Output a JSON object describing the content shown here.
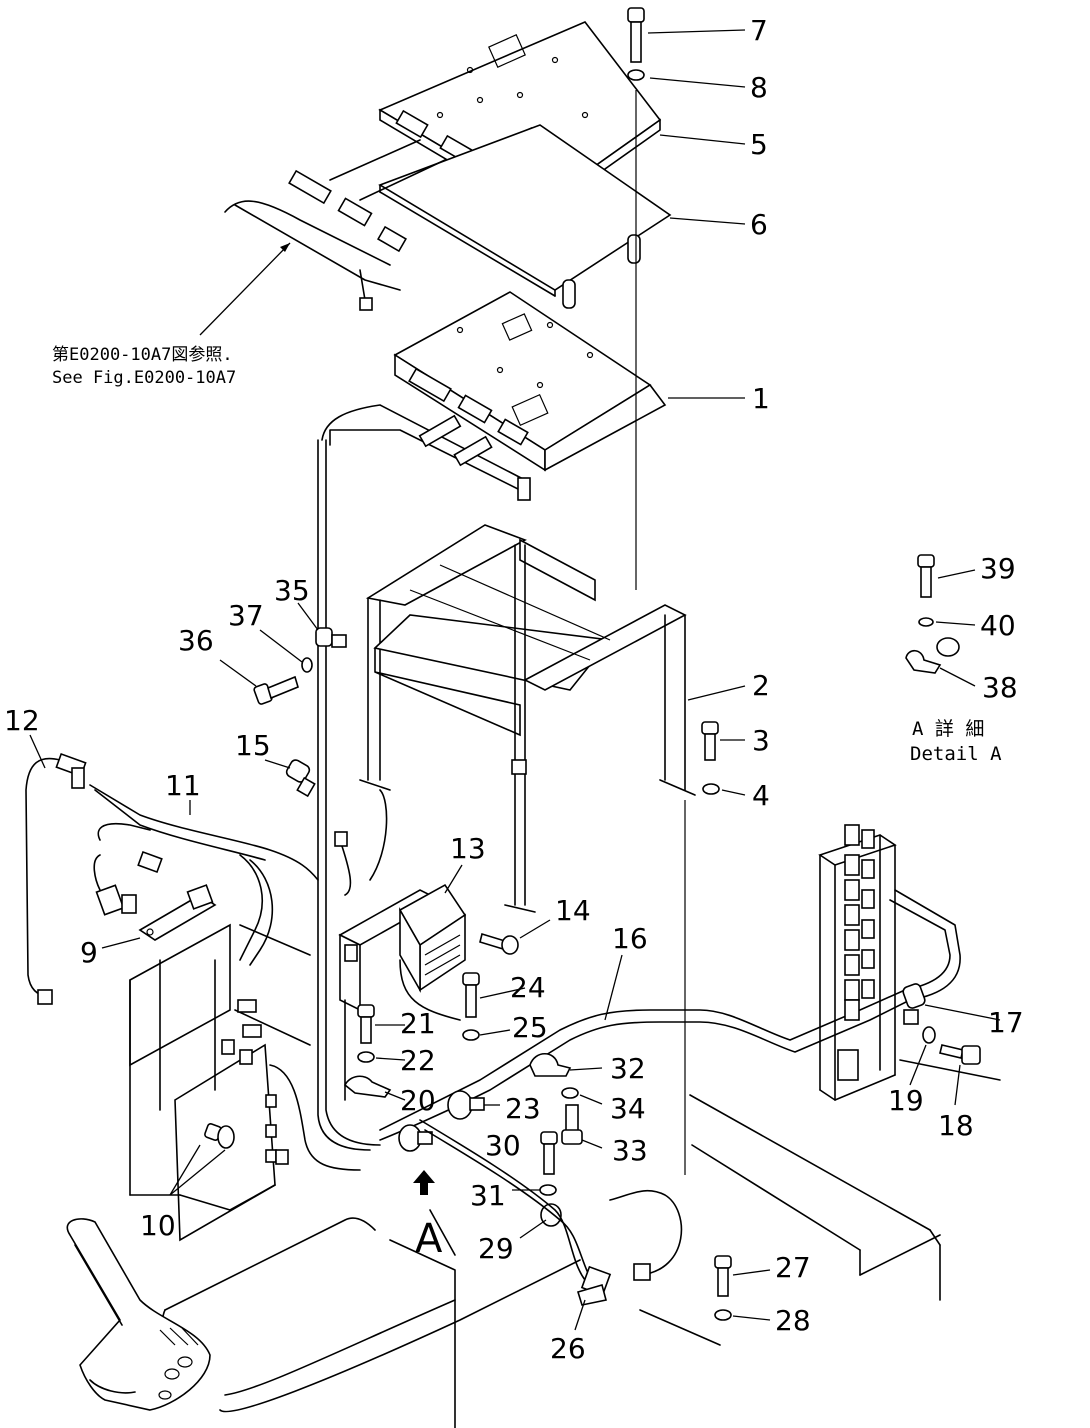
{
  "reference_note": {
    "line1": "第E0200-10A7図参照.",
    "line2": "See Fig.E0200-10A7"
  },
  "detail_label": {
    "line1": "A 詳 細",
    "line2": "Detail A"
  },
  "view_arrow_label": "A",
  "part_numbers": {
    "p1": "1",
    "p2": "2",
    "p3": "3",
    "p4": "4",
    "p5": "5",
    "p6": "6",
    "p7": "7",
    "p8": "8",
    "p9": "9",
    "p10": "10",
    "p11": "11",
    "p12": "12",
    "p13": "13",
    "p14": "14",
    "p15": "15",
    "p16": "16",
    "p17": "17",
    "p18": "18",
    "p19": "19",
    "p20": "20",
    "p21": "21",
    "p22": "22",
    "p23": "23",
    "p24": "24",
    "p25": "25",
    "p26": "26",
    "p27": "27",
    "p28": "28",
    "p29": "29",
    "p30": "30",
    "p31": "31",
    "p32": "32",
    "p33": "33",
    "p34": "34",
    "p35": "35",
    "p36": "36",
    "p37": "37",
    "p38": "38",
    "p39": "39",
    "p40": "40"
  }
}
